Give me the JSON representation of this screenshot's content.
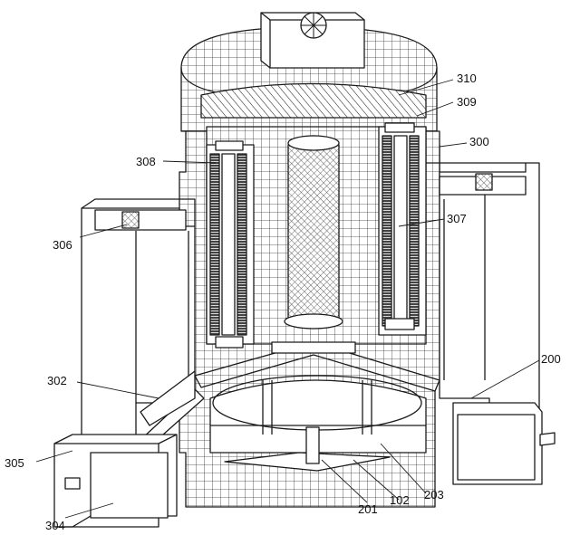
{
  "labels": {
    "l310": "310",
    "l309": "309",
    "l300": "300",
    "l308": "308",
    "l307": "307",
    "l306": "306",
    "l200": "200",
    "l302": "302",
    "l305": "305",
    "l304": "304",
    "l201": "201",
    "l102": "102",
    "l203": "203"
  },
  "colors": {
    "line": "#1a1a1a",
    "fill": "#ffffff"
  }
}
